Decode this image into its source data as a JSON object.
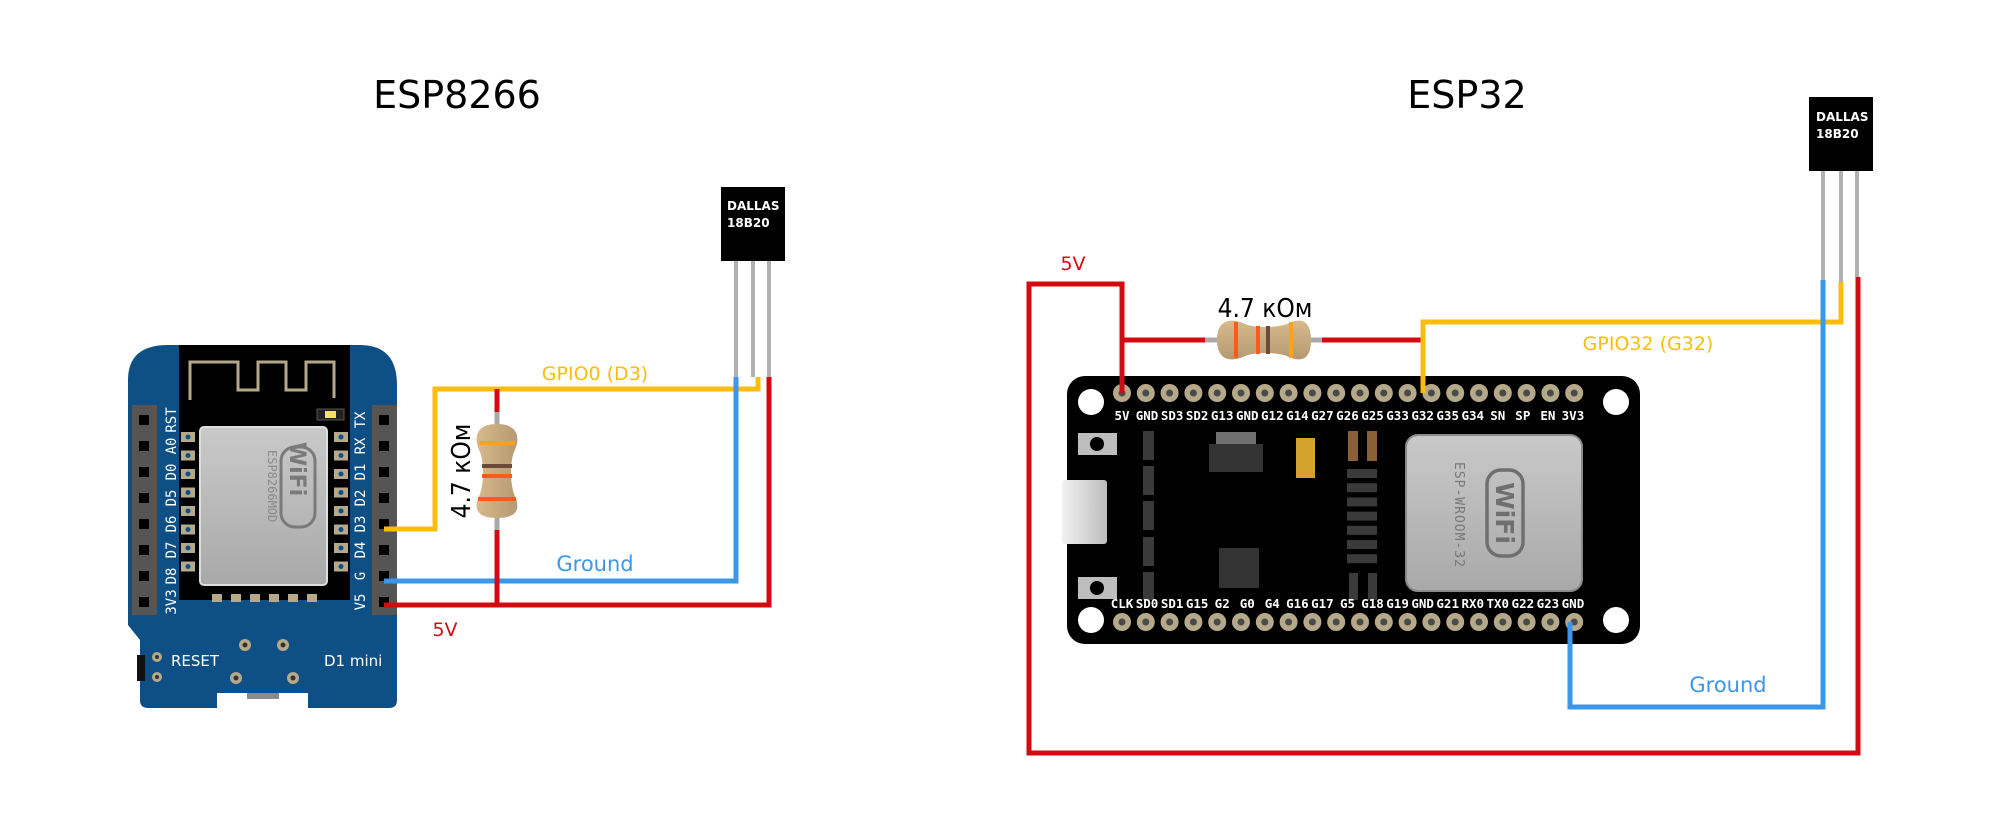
{
  "titles": {
    "left": "ESP8266",
    "right": "ESP32"
  },
  "colors": {
    "power": "#d40a12",
    "ground": "#3b97ea",
    "signal": "#fbbd0d",
    "lead": "#b0b0b0",
    "d1_board": "#0e4f86",
    "esp32_board": "#000000",
    "pin_pad": "#b5a98a"
  },
  "esp8266": {
    "board_name": "D1 mini",
    "reset_label": "RESET",
    "module_label": "ESP8266MOD",
    "wifi_logo": "WiFi",
    "left_pins": [
      "RST",
      "A0",
      "D0",
      "D5",
      "D6",
      "D7",
      "D8",
      "3V3"
    ],
    "right_pins": [
      "TX",
      "RX",
      "D1",
      "D2",
      "D3",
      "D4",
      "G",
      "V5"
    ],
    "sensor": {
      "line1": "DALLAS",
      "line2": "18B20"
    },
    "resistor_label": "4.7 кОм",
    "signal_label": "GPIO0 (D3)",
    "ground_label": "Ground",
    "power_label": "5V"
  },
  "esp32": {
    "module_label": "ESP-WROOM-32",
    "wifi_logo": "WiFi",
    "top_pins": [
      "5V",
      "GND",
      "SD3",
      "SD2",
      "G13",
      "GND",
      "G12",
      "G14",
      "G27",
      "G26",
      "G25",
      "G33",
      "G32",
      "G35",
      "G34",
      "SN",
      "SP",
      "EN",
      "3V3"
    ],
    "bottom_pins": [
      "CLK",
      "SD0",
      "SD1",
      "G15",
      "G2",
      "G0",
      "G4",
      "G16",
      "G17",
      "G5",
      "G18",
      "G19",
      "GND",
      "G21",
      "RX0",
      "TX0",
      "G22",
      "G23",
      "GND"
    ],
    "sensor": {
      "line1": "DALLAS",
      "line2": "18B20"
    },
    "resistor_label": "4.7 кОм",
    "signal_label": "GPIO32 (G32)",
    "ground_label": "Ground",
    "power_label": "5V"
  }
}
